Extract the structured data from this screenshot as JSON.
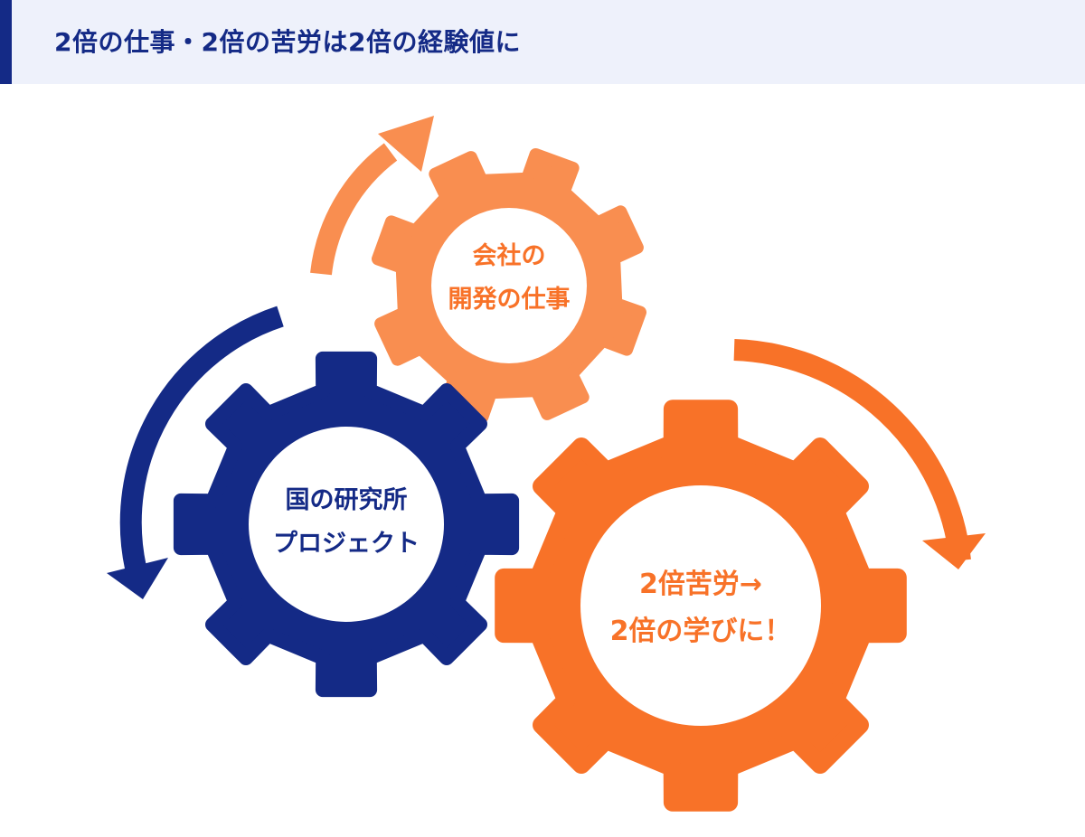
{
  "title": "2倍の仕事・2倍の苦労は2倍の経験値に",
  "colors": {
    "navy": "#142a86",
    "orange": "#f87228",
    "light_orange": "#f98e50",
    "header_bg": "#eef1fb",
    "white": "#ffffff"
  },
  "gears": {
    "top": {
      "line1": "会社の",
      "line2": "開発の仕事"
    },
    "left": {
      "line1": "国の研究所",
      "line2": "プロジェクト"
    },
    "right": {
      "line1": "2倍苦労→",
      "line2": "2倍の学びに！"
    }
  }
}
